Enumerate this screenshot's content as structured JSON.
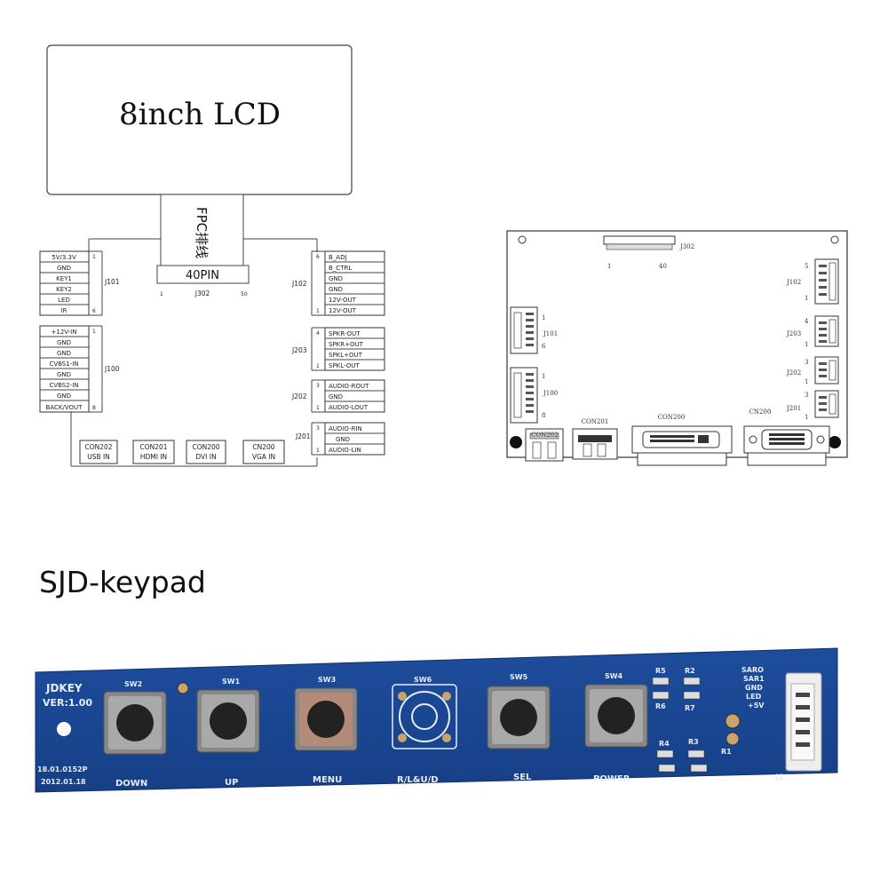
{
  "lcd_label": "8inch LCD",
  "fpc_label": "FPC排线",
  "j302": {
    "label": "40PIN",
    "name": "J302",
    "left_num": "1",
    "right_num": "50"
  },
  "j101": {
    "name": "J101",
    "top_num": "1",
    "bottom_num": "6",
    "pins": [
      "5V/3.3V",
      "GND",
      "KEY1",
      "KEY2",
      "LED",
      "IR"
    ]
  },
  "j100": {
    "name": "J100",
    "top_num": "1",
    "bottom_num": "8",
    "pins": [
      "+12V-IN",
      "GND",
      "GND",
      "CVBS1-IN",
      "GND",
      "CVBS2-IN",
      "GND",
      "BACK/VOUT"
    ]
  },
  "j102": {
    "name": "J102",
    "top_num": "6",
    "bottom_num": "1",
    "pins": [
      "B_ADJ",
      "B_CTRL",
      "GND",
      "GND",
      "12V-OUT",
      "12V-OUT"
    ]
  },
  "j203": {
    "name": "J203",
    "top_num": "4",
    "bottom_num": "1",
    "pins": [
      "SPKR-OUT",
      "SPKR+OUT",
      "SPKL+OUT",
      "SPKL-OUT"
    ]
  },
  "j202": {
    "name": "J202",
    "top_num": "3",
    "bottom_num": "1",
    "pins": [
      "AUDIO-ROUT",
      "GND",
      "AUDIO-LOUT"
    ]
  },
  "j201": {
    "name": "J201",
    "top_num": "3",
    "bottom_num": "1",
    "pins": [
      "AUDIO-RIN",
      "GND",
      "AUDIO-LIN"
    ]
  },
  "bottom_connectors": [
    {
      "name": "CON202",
      "desc": "USB IN"
    },
    {
      "name": "CON201",
      "desc": "HDMI IN"
    },
    {
      "name": "CON200",
      "desc": "DVI IN"
    },
    {
      "name": "CN200",
      "desc": "VGA IN"
    }
  ],
  "pcb": {
    "j302": "J302",
    "j302_left": "1",
    "j302_right": "40",
    "j101": "J101",
    "j101_top": "1",
    "j101_bottom": "6",
    "j100": "J100",
    "j100_top": "1",
    "j100_bottom": "8",
    "j102": "J102",
    "j102_top": "5",
    "j102_bottom": "1",
    "j203": "J203",
    "j203_top": "4",
    "j203_bottom": "1",
    "j202": "J202",
    "j202_top": "3",
    "j202_bottom": "1",
    "j201": "J201",
    "j201_top": "3",
    "j201_bottom": "1",
    "con202": "CON202",
    "con201": "CON201",
    "con200": "CON200",
    "cn200": "CN200"
  },
  "keypad_title": "SJD-keypad",
  "keypad": {
    "brand": "JDKEY",
    "version": "VER:1.00",
    "code": "18.01.0152P",
    "date": "2012.01.18",
    "j1": "J1",
    "side_labels": [
      "SARO",
      "SAR1",
      "GND",
      "LED",
      "+5V"
    ],
    "resistors": [
      "R5",
      "R2",
      "R6",
      "R7",
      "R4",
      "R3",
      "R1"
    ],
    "buttons": [
      {
        "sw": "SW2",
        "label": "DOWN"
      },
      {
        "sw": "SW1",
        "label": "UP"
      },
      {
        "sw": "SW3",
        "label": "MENU"
      },
      {
        "sw": "SW6",
        "label": "R/L&U/D"
      },
      {
        "sw": "SW5",
        "label": "SEL"
      },
      {
        "sw": "SW4",
        "label": "POWER"
      }
    ]
  }
}
